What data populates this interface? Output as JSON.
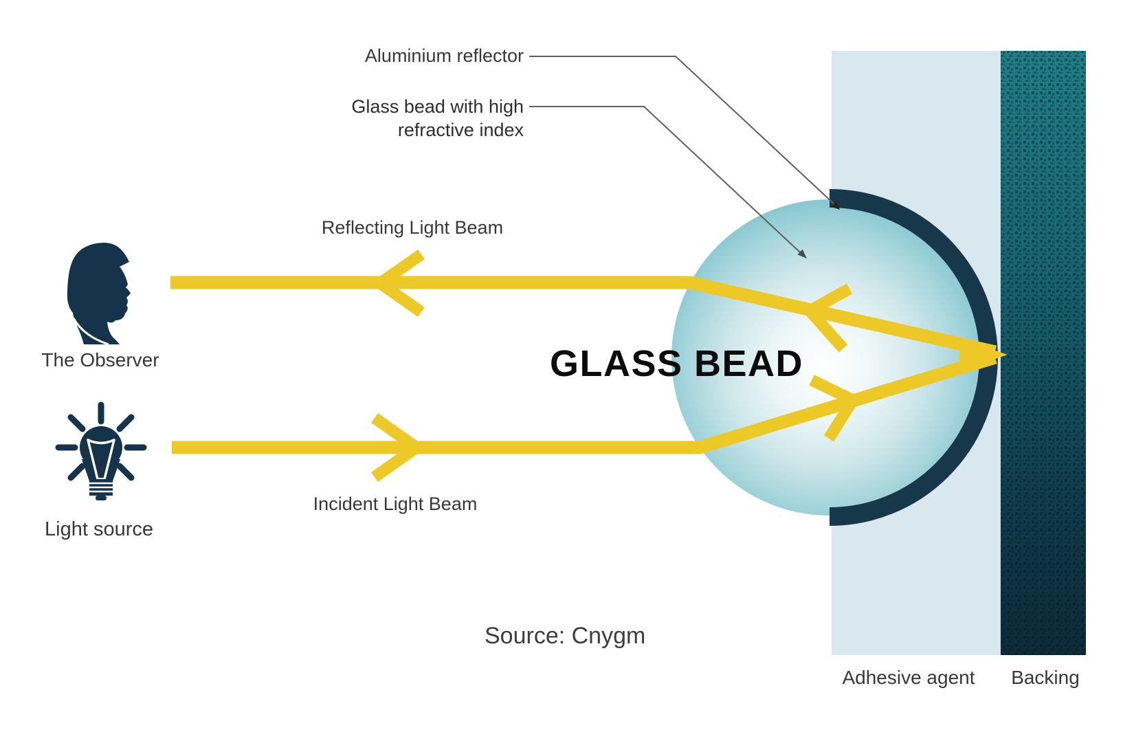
{
  "title": "GLASS BEAD",
  "callouts": {
    "aluminium_reflector": "Aluminium reflector",
    "glass_bead_line1": "Glass bead with high",
    "glass_bead_line2": "refractive index"
  },
  "beams": {
    "reflecting_label": "Reflecting Light Beam",
    "incident_label": "Incident Light Beam"
  },
  "actors": {
    "observer_label": "The Observer",
    "light_source_label": "Light source"
  },
  "layers": {
    "adhesive_label": "Adhesive agent",
    "backing_label": "Backing"
  },
  "source": "Source: Cnygm",
  "icons": {
    "observer": "observer-head-silhouette-icon",
    "light_source": "light-bulb-icon"
  },
  "colors": {
    "beam_yellow": "#edc928",
    "navy": "#16384a",
    "icon_navy": "#15334a",
    "adhesive_blue": "#d9e8ef",
    "backing_teal_top": "#207e86",
    "backing_navy_bottom": "#0d2a38",
    "bead_edge_teal": "#7cc1cb",
    "leader_gray": "#5f5f5f",
    "label_gray": "#383838"
  }
}
